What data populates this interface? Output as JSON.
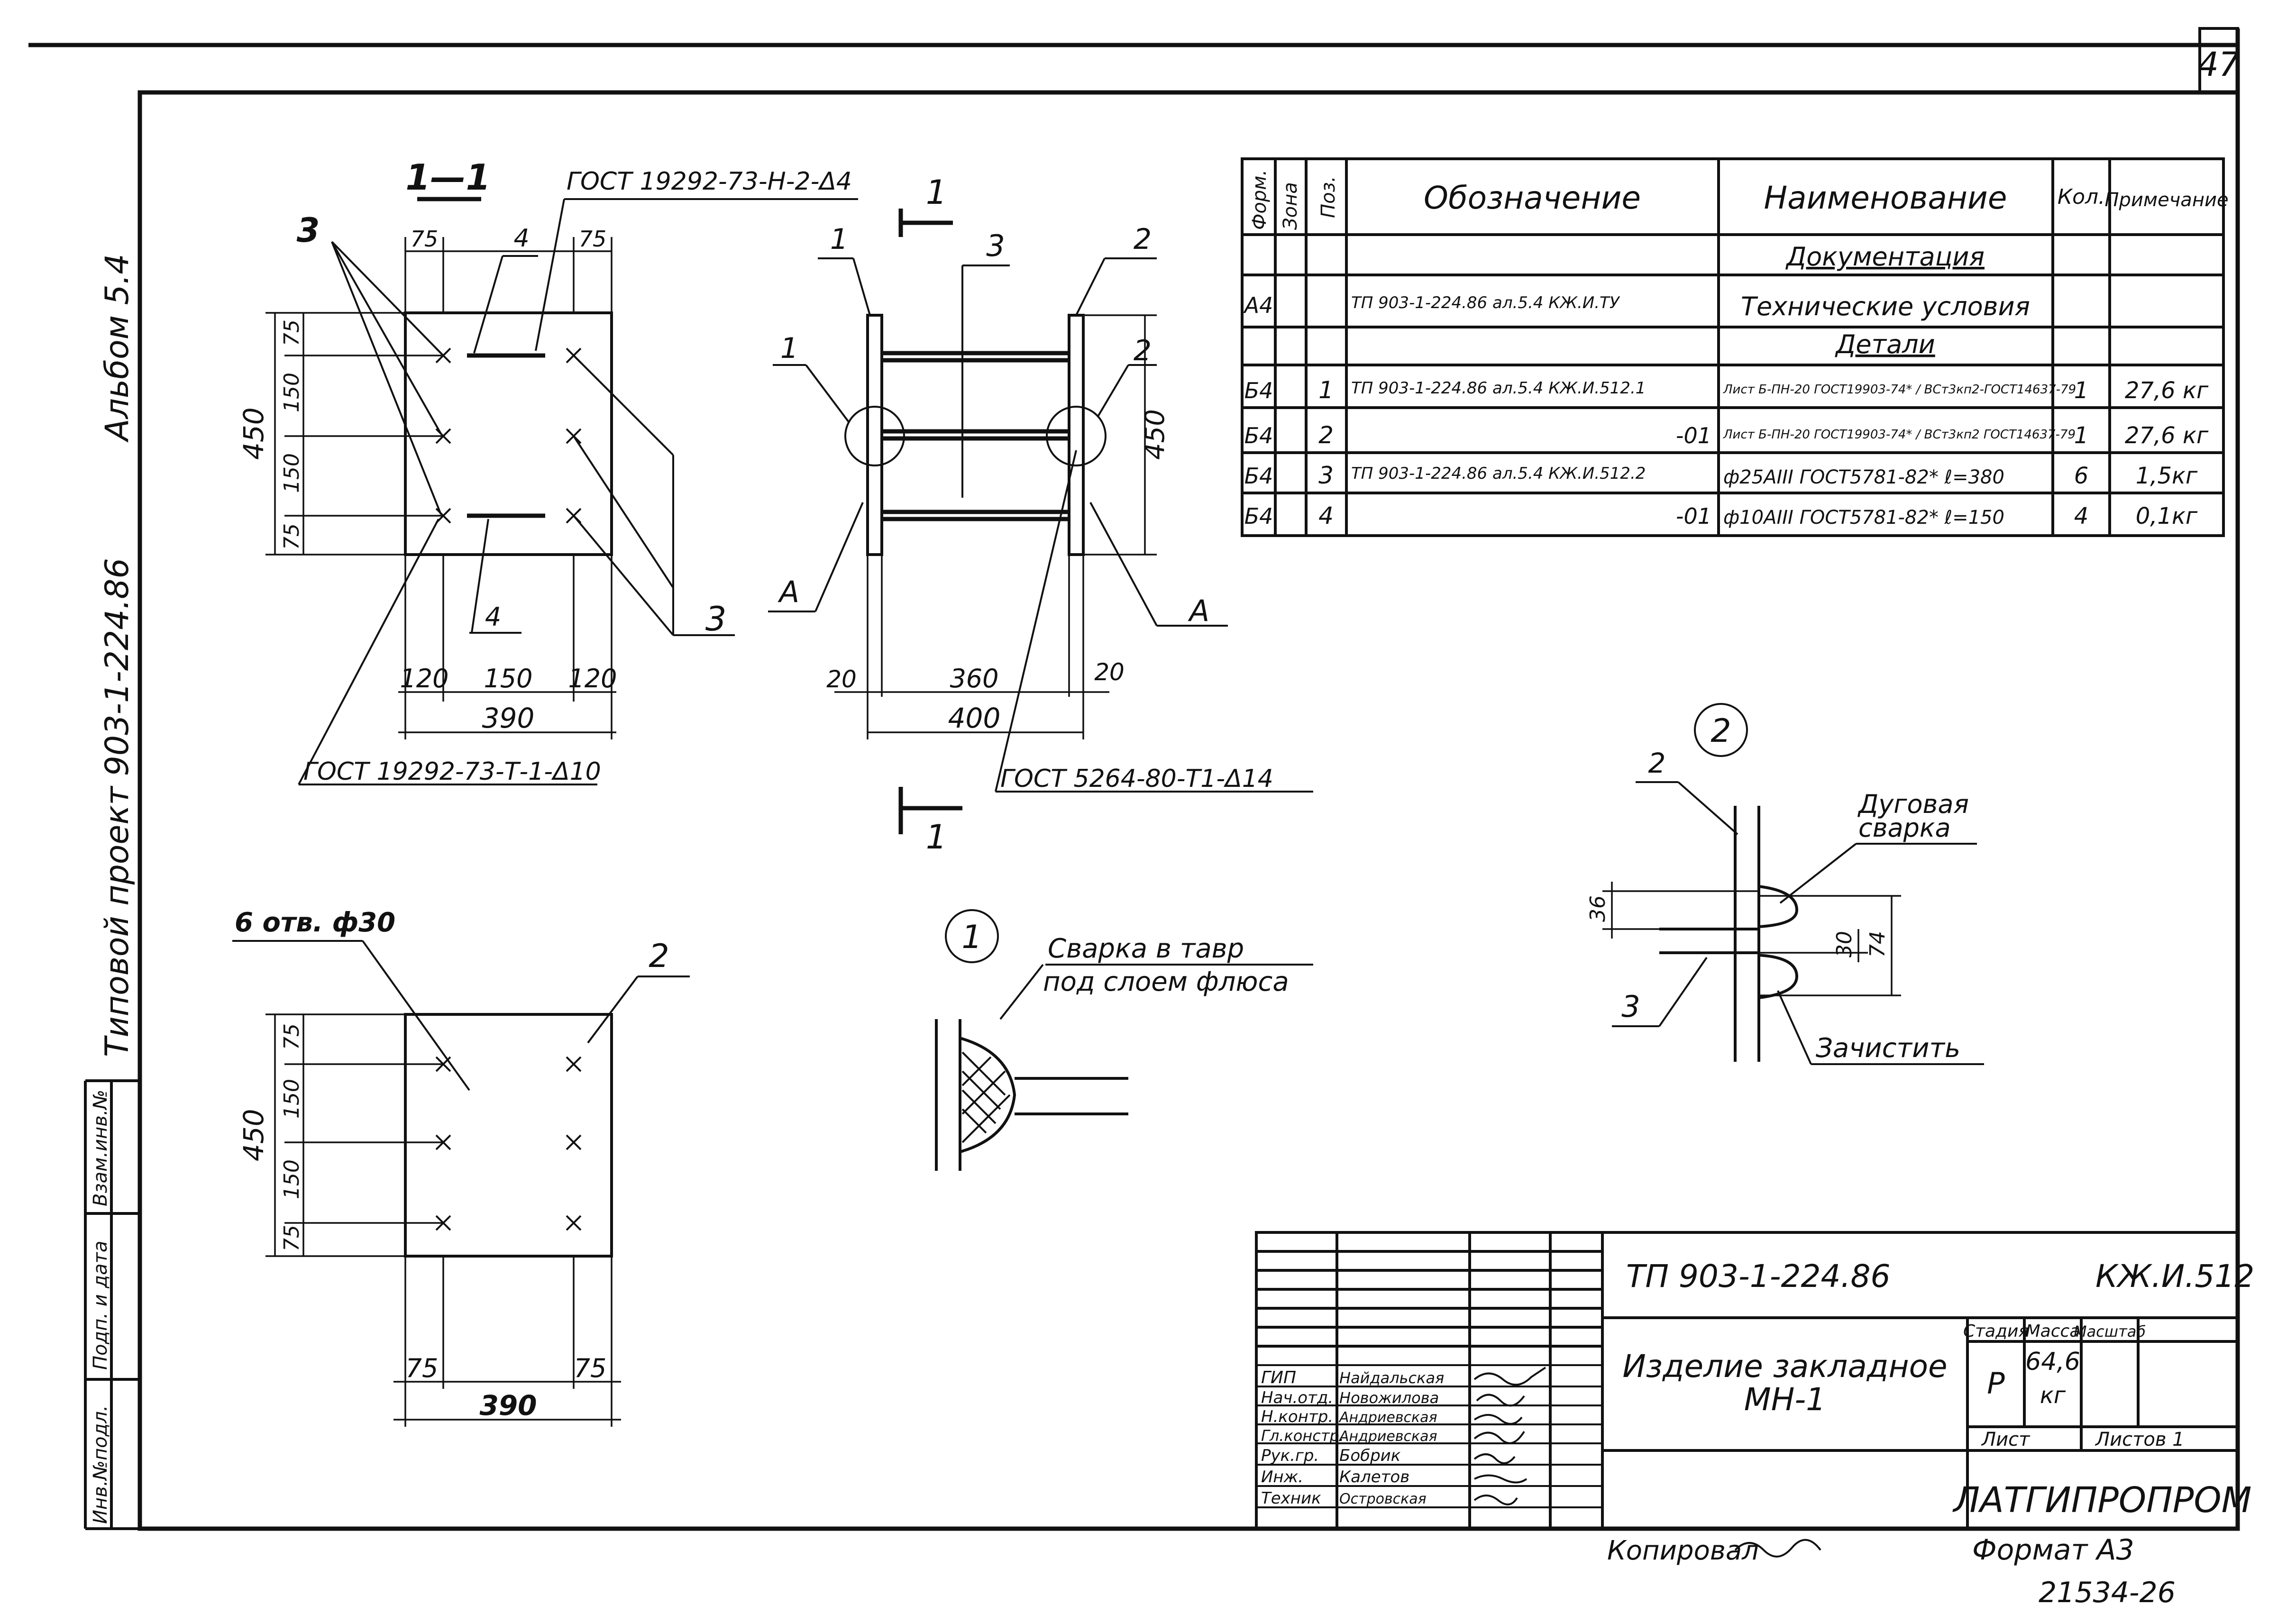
{
  "sheet_number": "47",
  "side_labels": {
    "album": "Альбом 5.4",
    "project": "Типовой проект 903-1-224.86"
  },
  "left_stamp": [
    "Инв.№подл.",
    "Подп. и дата",
    "Взам.инв.№"
  ],
  "section": {
    "title": "1—1",
    "gost_top": "ГОСТ 19292-73-Н-2-Δ4",
    "gost_bottom": "ГОСТ 19292-73-Т-1-Δ10",
    "callout_3": "3",
    "callout_4": "4",
    "dims": {
      "top_left": "75",
      "top_right": "75",
      "v1": "75",
      "v2": "150",
      "v3": "150",
      "v4": "75",
      "height": "450",
      "b1": "120",
      "b2": "150",
      "b3": "120",
      "total": "390"
    }
  },
  "elevation": {
    "cut_label": "1",
    "gost": "ГОСТ 5264-80-Т1-Δ14",
    "view_a": "А",
    "callout_1": "1",
    "callout_2": "2",
    "callout_3": "3",
    "dims": {
      "left": "20",
      "mid": "360",
      "right": "20",
      "total": "400",
      "height": "450"
    }
  },
  "plate": {
    "holes": "6 отв. ф30",
    "callout": "2",
    "dims": {
      "v1": "75",
      "v2": "150",
      "v3": "150",
      "v4": "75",
      "height": "450",
      "b1": "75",
      "b2": "75",
      "total": "390"
    }
  },
  "detail1": {
    "num": "1",
    "note1": "Сварка в тавр",
    "note2": "под слоем флюса"
  },
  "detail2": {
    "num": "2",
    "note1": "Дуговая",
    "note2": "сварка",
    "clean": "Зачистить",
    "c2": "2",
    "c3": "3",
    "d36": "36",
    "d30": "30",
    "d74": "74"
  },
  "spec": {
    "headers": [
      "Форм.",
      "Зона",
      "Поз.",
      "Обозначение",
      "Наименование",
      "Кол.",
      "Примечание"
    ],
    "rows": [
      {
        "form": "",
        "zone": "",
        "pos": "",
        "code": "",
        "name": "Документация",
        "qty": "",
        "note": ""
      },
      {
        "form": "А4",
        "zone": "",
        "pos": "",
        "code": "ТП 903-1-224.86 ал.5.4 КЖ.И.ТУ",
        "name": "Технические условия",
        "qty": "",
        "note": ""
      },
      {
        "form": "",
        "zone": "",
        "pos": "",
        "code": "",
        "name": "Детали",
        "qty": "",
        "note": ""
      },
      {
        "form": "Б4",
        "zone": "",
        "pos": "1",
        "code": "ТП 903-1-224.86 ал.5.4 КЖ.И.512.1",
        "name": "Лист Б-ПН-20 ГОСТ19903-74* / ВСт3кп2-ГОСТ14637-79",
        "qty": "1",
        "note": "27,6 кг"
      },
      {
        "form": "Б4",
        "zone": "",
        "pos": "2",
        "code": "-01",
        "name": "Лист Б-ПН-20 ГОСТ19903-74* / ВСт3кп2 ГОСТ14637-79",
        "qty": "1",
        "note": "27,6 кг"
      },
      {
        "form": "Б4",
        "zone": "",
        "pos": "3",
        "code": "ТП 903-1-224.86 ал.5.4 КЖ.И.512.2",
        "name": "ф25АIII ГОСТ5781-82* ℓ=380",
        "qty": "6",
        "note": "1,5кг"
      },
      {
        "form": "Б4",
        "zone": "",
        "pos": "4",
        "code": "-01",
        "name": "ф10АIII ГОСТ5781-82* ℓ=150",
        "qty": "4",
        "note": "0,1кг"
      }
    ]
  },
  "title_block": {
    "project": "ТП 903-1-224.86",
    "code": "КЖ.И.512",
    "item": "Изделие закладное",
    "item2": "МН-1",
    "stage_h": "Стадия",
    "mass_h": "Масса",
    "scale_h": "Масштаб",
    "stage": "Р",
    "mass": "64,6",
    "mass_unit": "кг",
    "sheet_h": "Лист",
    "sheets_h": "Листов 1",
    "org": "ЛАТГИПРОПРОМ",
    "roles": [
      {
        "role": "ГИП",
        "name": "Найдальская"
      },
      {
        "role": "Нач.отд.",
        "name": "Новожилова"
      },
      {
        "role": "Н.контр.",
        "name": "Андриевская"
      },
      {
        "role": "Гл.констр.",
        "name": "Андриевская"
      },
      {
        "role": "Рук.гр.",
        "name": "Бобрик"
      },
      {
        "role": "Инж.",
        "name": "Калетов"
      },
      {
        "role": "Техник",
        "name": "Островская"
      }
    ]
  },
  "footer": {
    "copied": "Копировал",
    "format": "Формат А3",
    "number": "21534-26"
  }
}
